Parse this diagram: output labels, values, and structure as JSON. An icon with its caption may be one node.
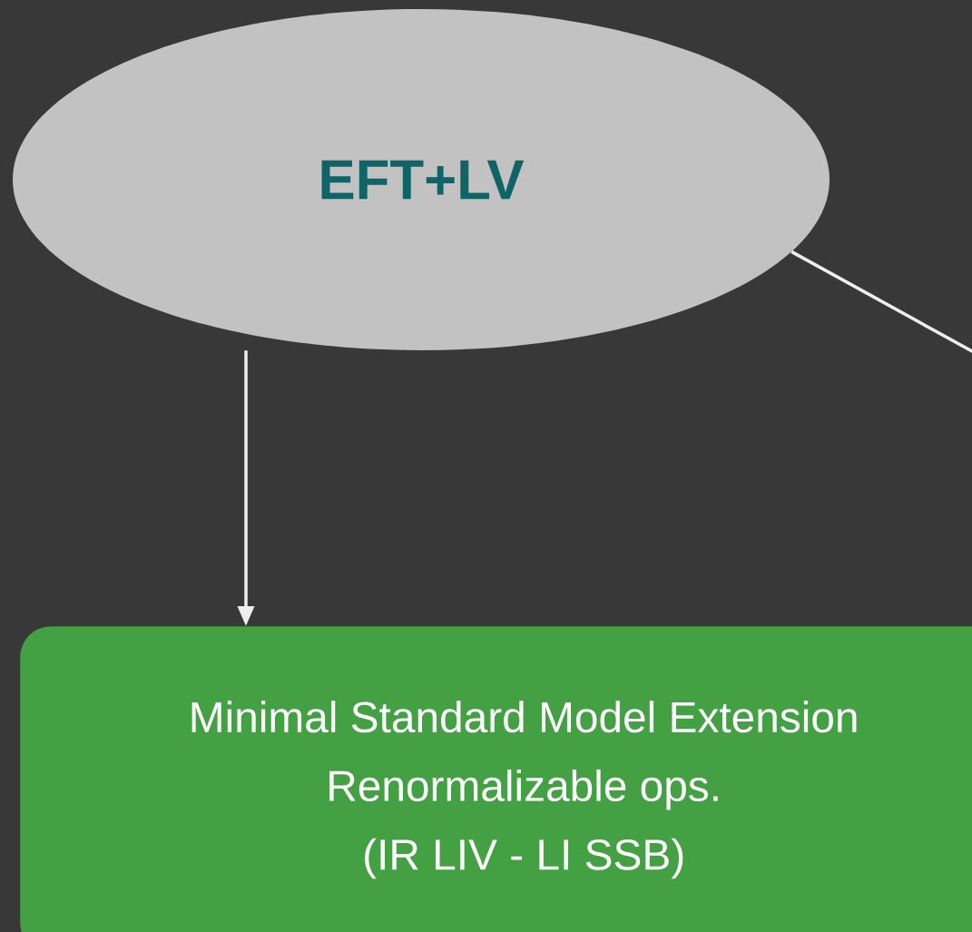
{
  "diagram": {
    "nodes": [
      {
        "text": [
          "EFT+LV"
        ]
      },
      {
        "text": [
          "Minimal Standard Model Extension",
          "Renormalizable ops.",
          "(IR LIV - LI SSB)"
        ]
      }
    ],
    "edges": [
      {
        "from": 0,
        "to": 1,
        "arrow": "to"
      },
      {
        "from": 0,
        "to": null,
        "arrow": "none"
      }
    ]
  }
}
